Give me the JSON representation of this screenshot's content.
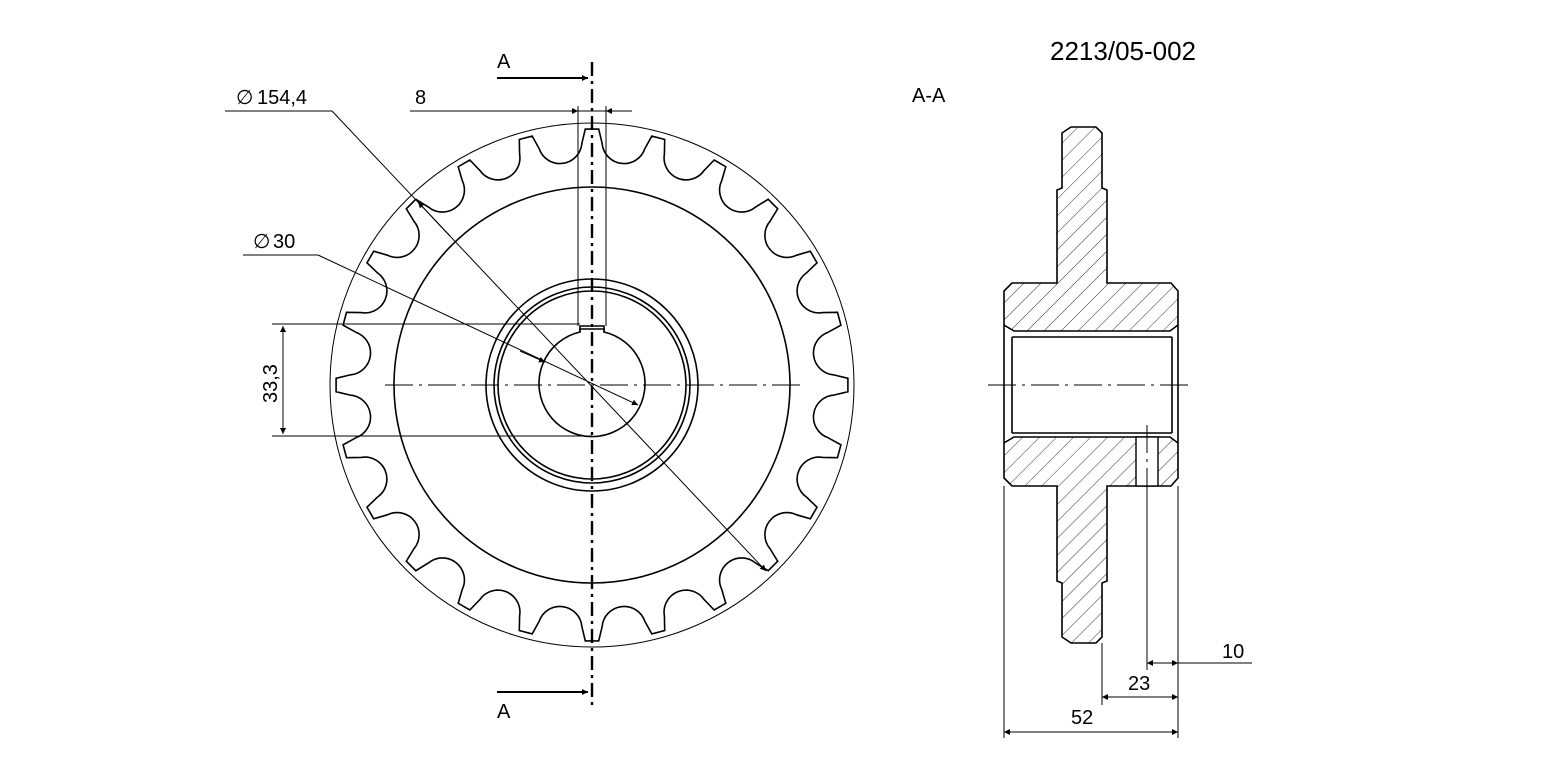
{
  "title": "2213/05-002",
  "section_label": "A-A",
  "section_marker": "A",
  "tooth_count": 24,
  "dimensions": {
    "pitch_diameter": "154,4",
    "bore_diameter": "30",
    "keyway_depth": "33,3",
    "keyway_width": "8",
    "total_width": "52",
    "hub_offset": "23",
    "hole_offset": "10"
  },
  "diameter_symbol": "∅"
}
